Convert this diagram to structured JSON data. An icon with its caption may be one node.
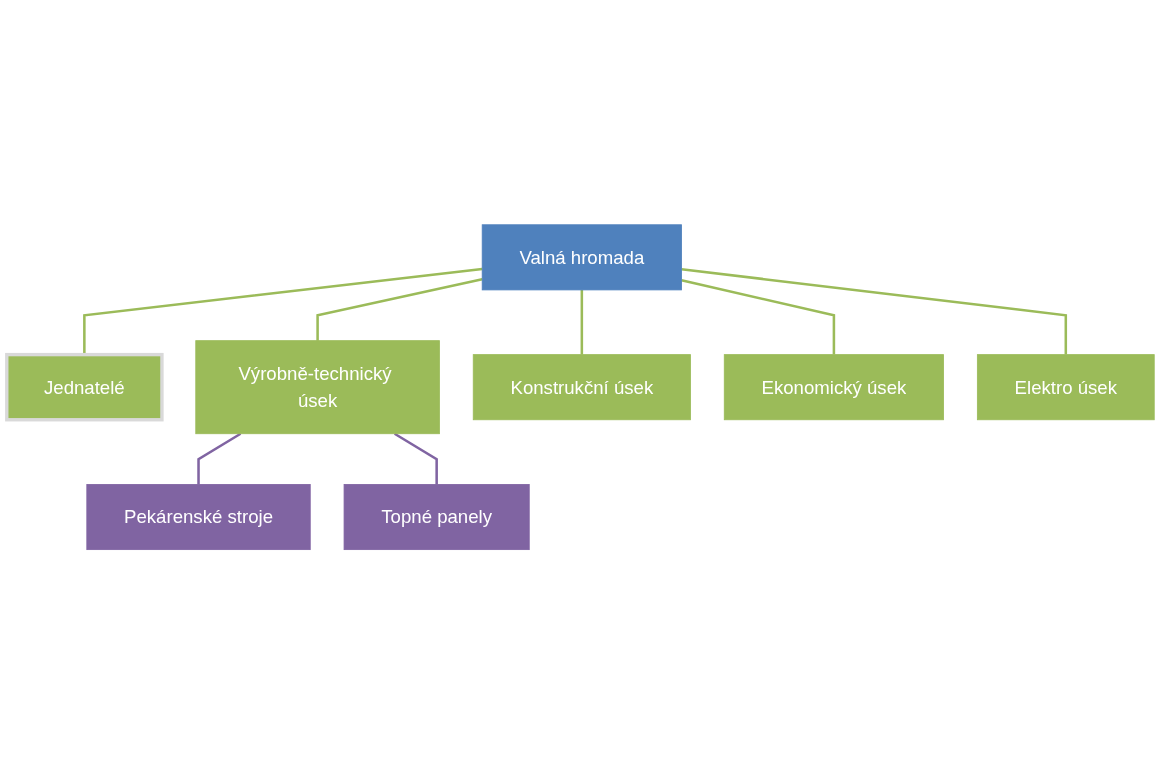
{
  "diagram": {
    "nodes": [
      {
        "text": [
          "Valná hromada"
        ]
      },
      {
        "text": [
          "Jednatelé"
        ]
      },
      {
        "text": [
          "Výrobně-technický úsek"
        ]
      },
      {
        "text": [
          "Konstrukční úsek"
        ]
      },
      {
        "text": [
          "Ekonomický úsek"
        ]
      },
      {
        "text": [
          "Elektro úsek"
        ]
      },
      {
        "text": [
          "Pekárenské stroje"
        ]
      },
      {
        "text": [
          "Topné panely"
        ]
      }
    ],
    "edges": [
      {
        "from": 0,
        "to": 1,
        "arrow": "none"
      },
      {
        "from": 0,
        "to": 2,
        "arrow": "none"
      },
      {
        "from": 0,
        "to": 3,
        "arrow": "none"
      },
      {
        "from": 0,
        "to": 4,
        "arrow": "none"
      },
      {
        "from": 0,
        "to": 5,
        "arrow": "none"
      },
      {
        "from": 2,
        "to": 6,
        "arrow": "none",
        "color": "#8064a2"
      },
      {
        "from": 2,
        "to": 7,
        "arrow": "none",
        "color": "#8064a2"
      }
    ]
  }
}
